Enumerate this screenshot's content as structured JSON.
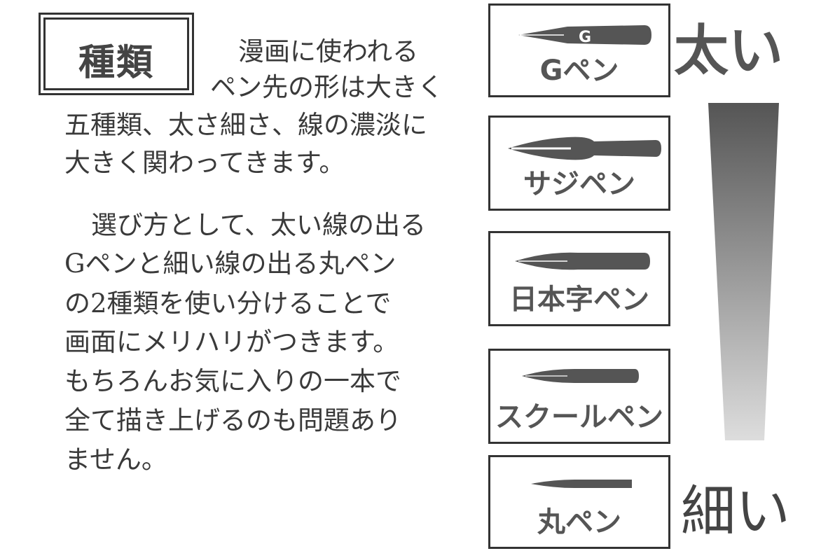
{
  "heading": "種類",
  "paragraph1": [
    "漫画に使われる",
    "ペン先の形は大きく",
    "五種類、太さ細さ、線の濃淡に",
    "大きく関わってきます。"
  ],
  "paragraph2": [
    "選び方として、太い線の出る",
    "Gペンと細い線の出る丸ペン",
    "の2種類を使い分けることで",
    "画面にメリハリがつきます。",
    "もちろんお気に入りの一本で",
    "全て描き上げるのも問題あり",
    "ません。"
  ],
  "pens": [
    {
      "name": "Gペン",
      "nib_mark": "G",
      "icon": "g-pen-nib-icon"
    },
    {
      "name": "サジペン",
      "icon": "saji-pen-nib-icon"
    },
    {
      "name": "日本字ペン",
      "icon": "nihonji-pen-nib-icon"
    },
    {
      "name": "スクールペン",
      "icon": "school-pen-nib-icon"
    },
    {
      "name": "丸ペン",
      "icon": "maru-pen-nib-icon"
    }
  ],
  "scale": {
    "thick_label": "太い",
    "thin_label": "細い"
  },
  "colors": {
    "ink": "#3a3a3a",
    "gradient_top": "#555555",
    "gradient_bottom": "#dddddd"
  }
}
